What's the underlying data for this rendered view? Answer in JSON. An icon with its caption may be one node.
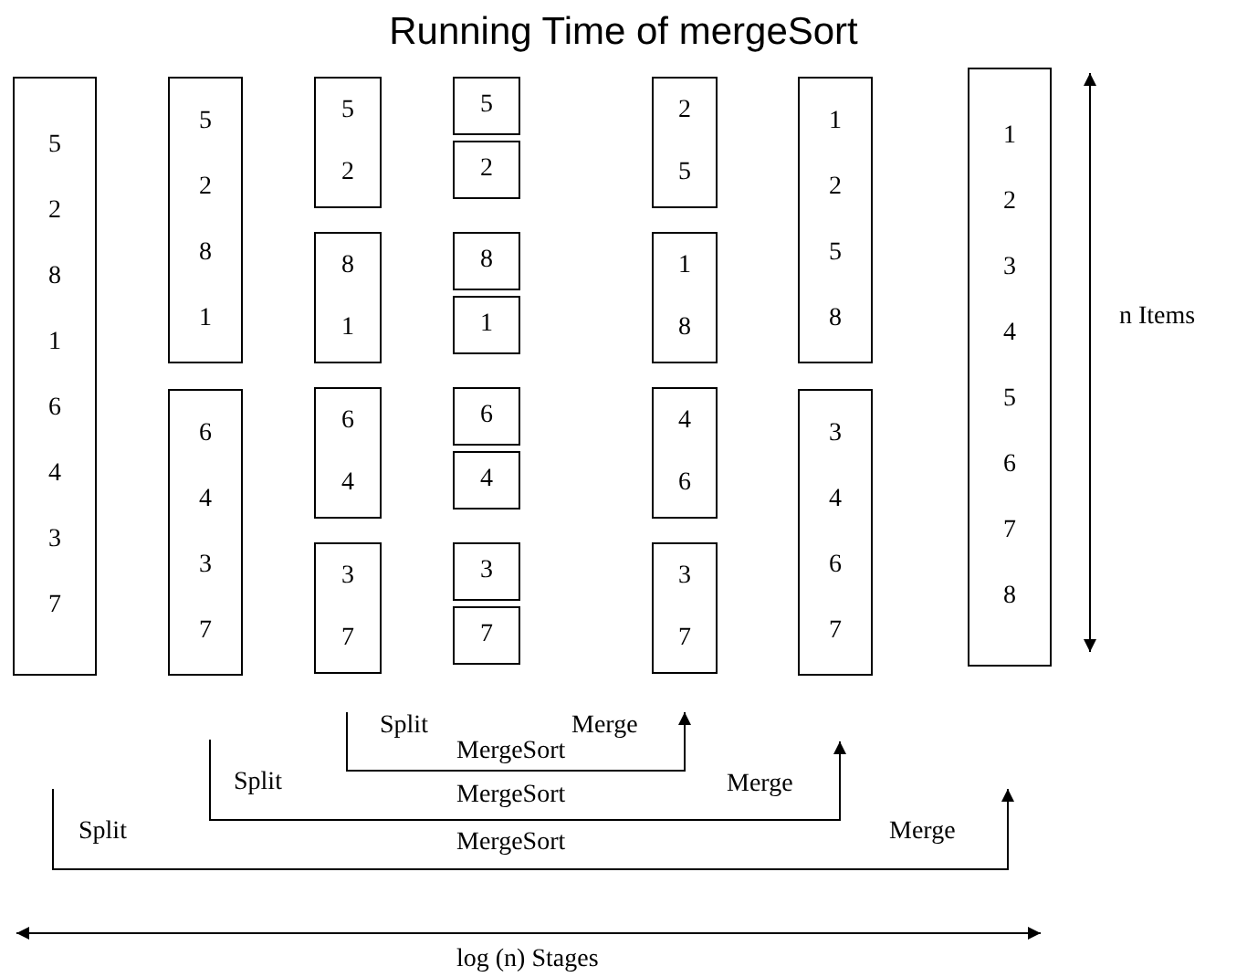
{
  "diagram": {
    "title": "Running Time of mergeSort",
    "nodes": [
      {
        "text": [
          "5 2 8 1 6 4 3 7"
        ]
      },
      {
        "text": [
          "5 2 8 1"
        ]
      },
      {
        "text": [
          "6 4 3 7"
        ]
      },
      {
        "text": [
          "5 2"
        ]
      },
      {
        "text": [
          "8 1"
        ]
      },
      {
        "text": [
          "6 4"
        ]
      },
      {
        "text": [
          "3 7"
        ]
      },
      {
        "text": [
          "5"
        ]
      },
      {
        "text": [
          "2"
        ]
      },
      {
        "text": [
          "8"
        ]
      },
      {
        "text": [
          "1"
        ]
      },
      {
        "text": [
          "6"
        ]
      },
      {
        "text": [
          "4"
        ]
      },
      {
        "text": [
          "3"
        ]
      },
      {
        "text": [
          "7"
        ]
      },
      {
        "text": [
          "2 5"
        ]
      },
      {
        "text": [
          "1 8"
        ]
      },
      {
        "text": [
          "4 6"
        ]
      },
      {
        "text": [
          "3 7"
        ]
      },
      {
        "text": [
          "1 2 5 8"
        ]
      },
      {
        "text": [
          "3 4 6 7"
        ]
      },
      {
        "text": [
          "1 2 3 4 5 6 7 8"
        ]
      }
    ],
    "labels": [
      "n Items",
      "Split",
      "Merge",
      "MergeSort",
      "Split",
      "MergeSort",
      "Merge",
      "Split",
      "Merge",
      "MergeSort",
      "log (n) Stages"
    ]
  }
}
